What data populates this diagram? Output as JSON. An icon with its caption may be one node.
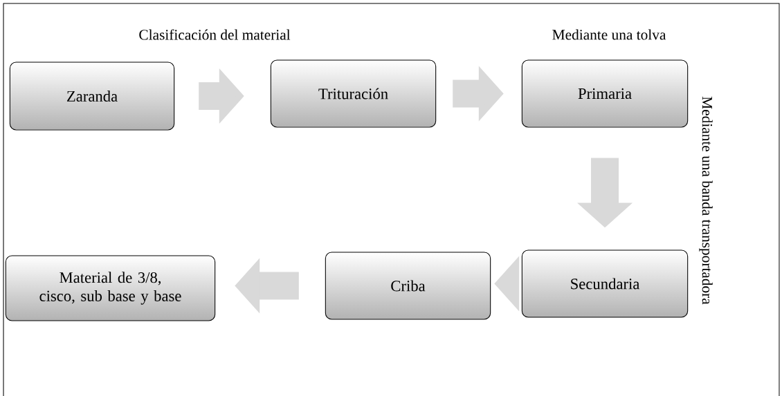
{
  "diagram": {
    "nodes": [
      {
        "text": [
          "Zaranda"
        ]
      },
      {
        "text": [
          "Trituración"
        ]
      },
      {
        "text": [
          "Primaria"
        ]
      },
      {
        "text": [
          "Secundaria"
        ]
      },
      {
        "text": [
          "Criba"
        ]
      },
      {
        "text": [
          "Material de 3/8, cisco, sub base y base"
        ]
      }
    ],
    "edges": [
      {
        "from": 0,
        "to": 1,
        "arrow": "to"
      },
      {
        "from": 1,
        "to": 2,
        "arrow": "to"
      },
      {
        "from": 2,
        "to": 3,
        "arrow": "to"
      },
      {
        "from": 3,
        "to": 4,
        "arrow": "to"
      },
      {
        "from": 4,
        "to": 5,
        "arrow": "to"
      }
    ],
    "labels": [
      "Clasificación del material",
      "Mediante una tolva",
      "Mediante una banda transportadora"
    ]
  }
}
